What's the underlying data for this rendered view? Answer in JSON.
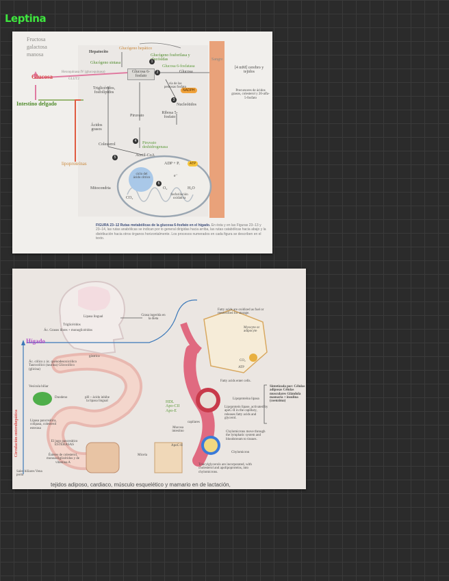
{
  "page": {
    "title": "Leptina"
  },
  "figure1": {
    "sugars": [
      "Fructosa",
      "galactosa",
      "manosa"
    ],
    "hepatocito": "Hepatocito",
    "glucogeno_hepatico": "Glucógeno hepático",
    "glucogeno_fosfatasa": "Glucógeno fosforilasa y glucósidas",
    "glucogeno_sintasa": "Glucógeno sintasa",
    "glucosa_6p": "Glucosa 6-fosfato",
    "glucosa_6_fosfatasa": "Glucosa 6-fosfatasa",
    "glucosa_left": "Glucosa",
    "glucosa_right": "Glucosa",
    "hexoquinasa": "Hexoquinasa IV (glucoquinasa)",
    "glut2": "GLUT2",
    "sangre": "Sangre",
    "cerebro": "[4 mM] cerebro y tejidos",
    "intestino": "Intestino delgado",
    "trigliceridos": "Triglicéridos, fosfolípidos",
    "pentosas": "vía de las pentosas fosfato",
    "nadph": "NADPH",
    "nucleotidos": "Nucleótidos",
    "ribosa": "Ribosa 5-fosfato",
    "piruvato": "Piruvato",
    "lactato": "Precursores de ácidos grasos, colesterol y 20-alfa-5-fosfato",
    "acidos_grasos": "Ácidos grasos",
    "colesterol": "Colesterol",
    "piruvato_deshidrogenasa": "Piruvato deshidrogenasa",
    "acetil_coa": "Acetil-CoA",
    "lipoproteinas": "lipoproteínas",
    "ciclo": "ciclo del ácido cítrico",
    "adp": "ADP + Pᵢ",
    "atp": "ATP",
    "mitocondria": "Mitocondria",
    "co2": "CO₂",
    "o2": "O₂",
    "h2o": "H₂O",
    "fosforilacion": "fosforilación oxidativa",
    "e_minus": "e⁻",
    "caption_title": "FIGURA 23–12 Rutas metabólicas de la glucosa 6-fosfato en el hígado.",
    "caption_body": "En ésta y en las Figuras 23–13 y 23–14, las rutas anabólicas se indican por lo general dirigidas hacia arriba, las rutas catabólicas hacia abajo y la distribución hacia otros órganos horizontalmente. Los procesos numerados en cada figura se describen en el texto.",
    "steps": [
      "1",
      "2",
      "3",
      "4",
      "5",
      "6"
    ],
    "colors": {
      "sangre_bar": "#e9a27a",
      "glucosa": "#d84b4b",
      "nadph": "#f0a23a",
      "atp": "#f4c33a"
    }
  },
  "figure2": {
    "lipasa_lingual": "Lipasa lingual",
    "grasa_ingerida": "Grasa ingerida en la dieta",
    "trigliceridos_label": "Triglicéridos",
    "acidos_grasos": "Ác. Grasos libres + monoglicéridos",
    "higado": "Hígado",
    "sales_biliares": "Ác. cólico y ác. quenodesoxicólico Taurocólico (taurina) Glicocólico (glicina)",
    "vesicula": "Vesícula biliar",
    "gastrica": "gástrica",
    "duodeno": "Duodeno",
    "ph": "pH ~ ácido inhibe la lipasa lingual",
    "circulacion": "Circulación enterohepática",
    "lipasa_pancreatica": "Lipasa pancreática, colipasa, colesterol esterasa",
    "jugo_pancreatico": "El jugo pancreático ESTERASAS",
    "esteres": "Ésteres de colesterol, monoacilglicéridos y de vitamina A",
    "micela": "Micela",
    "sales_vena": "Sales biliares Vena porta",
    "hdl": "HDL Apo-CII Apo-E",
    "mucosa": "Mucosa intestino",
    "capilares": "capilares",
    "apoc2": "ApoC-II",
    "step1": "Triacylglycerols are incorporated, with cholesterol and apolipoproteins, into chylomicrons.",
    "step2": "Chylomicrons move through the lymphatic system and bloodstream to tissues.",
    "step3": "Lipoprotein lipase, activated by apoC-II in the capillary, releases fatty acids and glycerol.",
    "step4": "Lipoproteína lipasa",
    "step5": "Fatty acids enter cells.",
    "step6": "Fatty acids are oxidized as fuel or reesterified for storage.",
    "myocyte": "Myocyte or adipocyte",
    "co2": "CO₂",
    "atp": "ATP",
    "sintetizada": "Sintetizada por: Células adiposas Células musculares Glándula mamaria + insulina (coenzima)",
    "chylomicron": "Chylomicron",
    "bottom_text": "tejidos adiposo, cardiaco, músculo esquelético y mamario en  de lactación,",
    "colors": {
      "higado": "#b24fc7",
      "hdl": "#5c9a3a",
      "circulacion": "#c9473a",
      "arrow": "#3b78b8"
    }
  }
}
